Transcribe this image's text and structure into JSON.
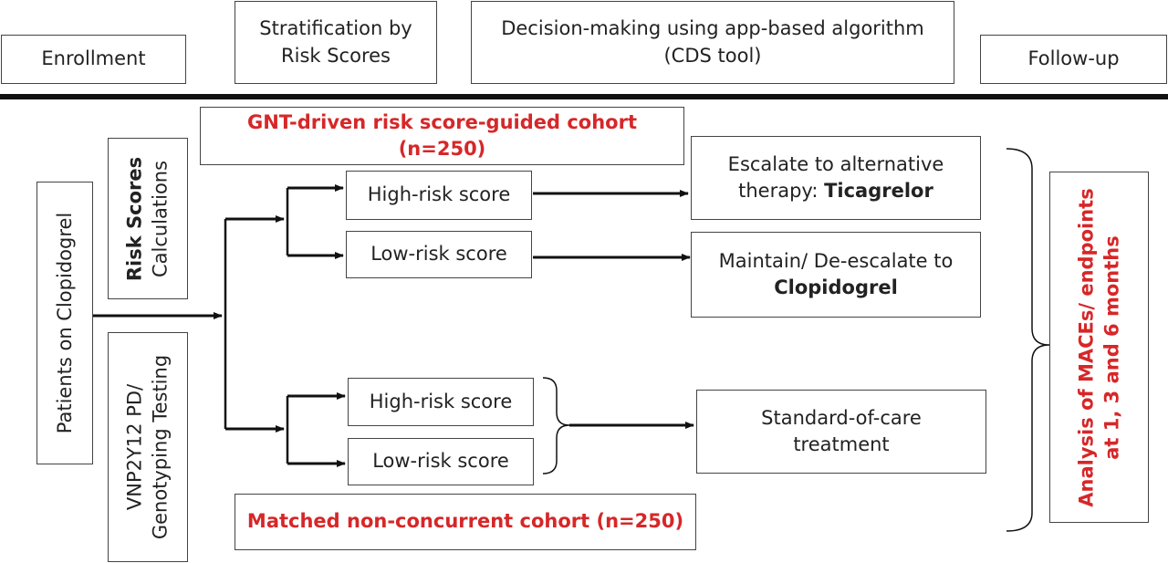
{
  "headers": {
    "enrollment": "Enrollment",
    "stratification_1": "Stratification by",
    "stratification_2": "Risk Scores",
    "decision_1": "Decision-making using app-based algorithm",
    "decision_2": "(CDS tool)",
    "followup": "Follow-up"
  },
  "left": {
    "patients": "Patients on Clopidogrel",
    "risk_scores_bold": "Risk Scores",
    "calculations": "Calculations",
    "testing_1": "VNP2Y12 PD/",
    "testing_2": "Genotyping Testing"
  },
  "cohorts": {
    "gnt": "GNT-driven risk score-guided cohort (n=250)",
    "matched": "Matched non-concurrent cohort (n=250)"
  },
  "gnt_branch": {
    "high": "High-risk score",
    "low": "Low-risk score",
    "escalate_1": "Escalate to alternative",
    "escalate_2": "therapy: ",
    "escalate_drug": "Ticagrelor",
    "maintain_1": "Maintain/ De-escalate to",
    "maintain_drug": "Clopidogrel"
  },
  "matched_branch": {
    "high": "High-risk score",
    "low": "Low-risk score",
    "standard_1": "Standard-of-care",
    "standard_2": "treatment"
  },
  "outcome": {
    "line1": "Analysis of MACEs/ endpoints",
    "line2": "at 1, 3 and 6 months"
  },
  "colors": {
    "accent_red": "#d62728",
    "border": "#444444",
    "text": "#222222"
  }
}
